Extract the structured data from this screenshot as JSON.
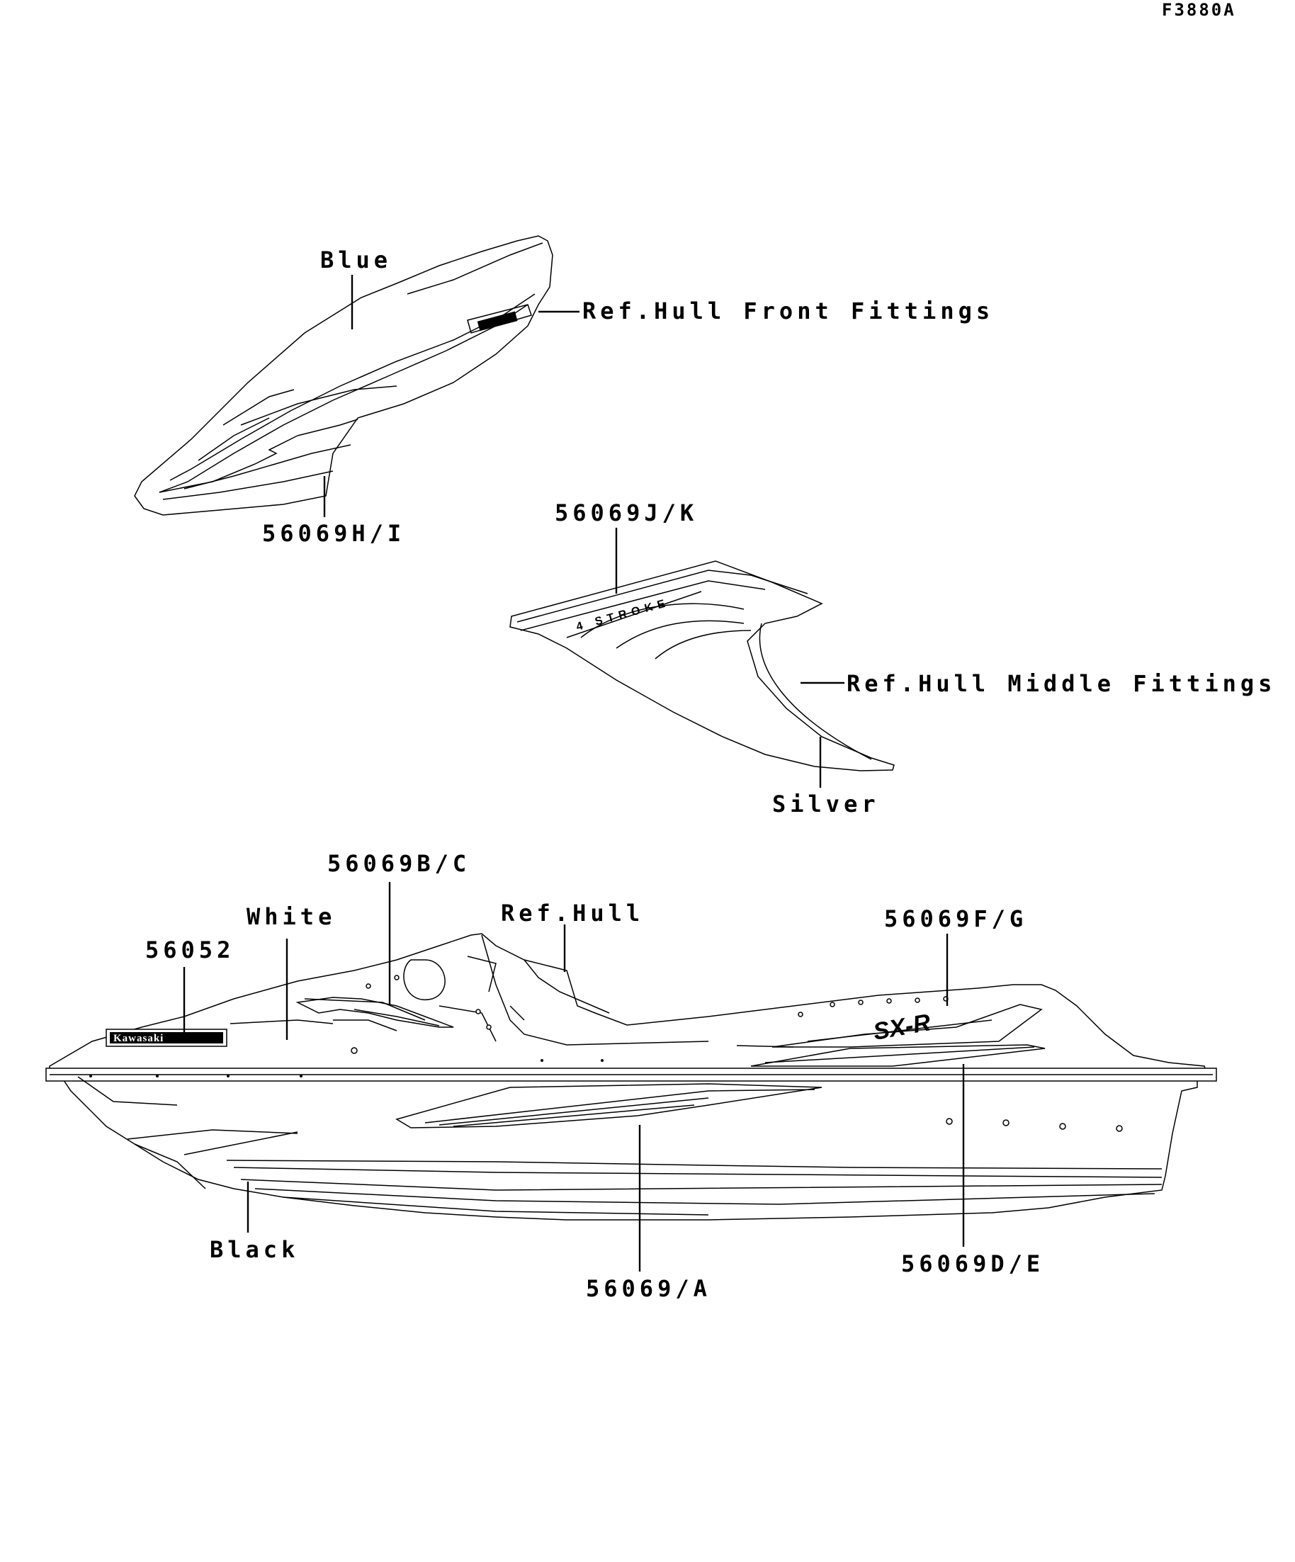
{
  "figure_code": "F3880A",
  "callouts": {
    "blue": "Blue",
    "ref_hull_front": "Ref.Hull Front Fittings",
    "part_h_i": "56069H/I",
    "part_j_k": "56069J/K",
    "ref_hull_middle": "Ref.Hull Middle Fittings",
    "silver": "Silver",
    "part_b_c": "56069B/C",
    "white": "White",
    "ref_hull": "Ref.Hull",
    "part_f_g": "56069F/G",
    "part_56052": "56052",
    "black": "Black",
    "part_a": "56069/A",
    "part_d_e": "56069D/E"
  },
  "decal_text": {
    "brand": "Kawasaki",
    "stroke": "4 STROKE",
    "model": "SX-R"
  }
}
